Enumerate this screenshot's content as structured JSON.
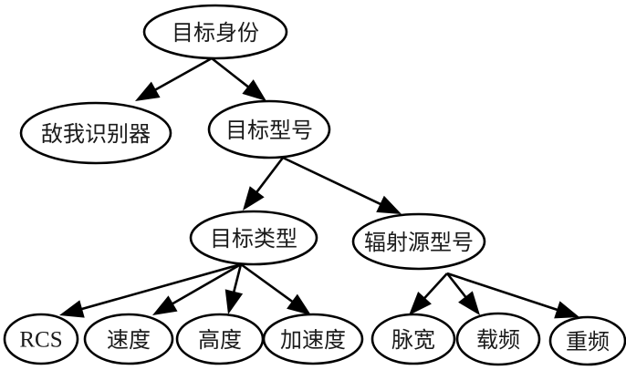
{
  "diagram": {
    "type": "tree",
    "nodes": {
      "root": {
        "label": "目标身份"
      },
      "iff": {
        "label": "敌我识别器"
      },
      "target_model": {
        "label": "目标型号"
      },
      "target_type": {
        "label": "目标类型"
      },
      "emitter_model": {
        "label": "辐射源型号"
      },
      "rcs": {
        "label": "RCS"
      },
      "speed": {
        "label": "速度"
      },
      "altitude": {
        "label": "高度"
      },
      "acceleration": {
        "label": "加速度"
      },
      "pulse_width": {
        "label": "脉宽"
      },
      "carrier_freq": {
        "label": "载频"
      },
      "prf": {
        "label": "重频"
      }
    },
    "edges": [
      [
        "root",
        "iff"
      ],
      [
        "root",
        "target_model"
      ],
      [
        "target_model",
        "target_type"
      ],
      [
        "target_model",
        "emitter_model"
      ],
      [
        "target_type",
        "rcs"
      ],
      [
        "target_type",
        "speed"
      ],
      [
        "target_type",
        "altitude"
      ],
      [
        "target_type",
        "acceleration"
      ],
      [
        "emitter_model",
        "pulse_width"
      ],
      [
        "emitter_model",
        "carrier_freq"
      ],
      [
        "emitter_model",
        "prf"
      ]
    ]
  }
}
